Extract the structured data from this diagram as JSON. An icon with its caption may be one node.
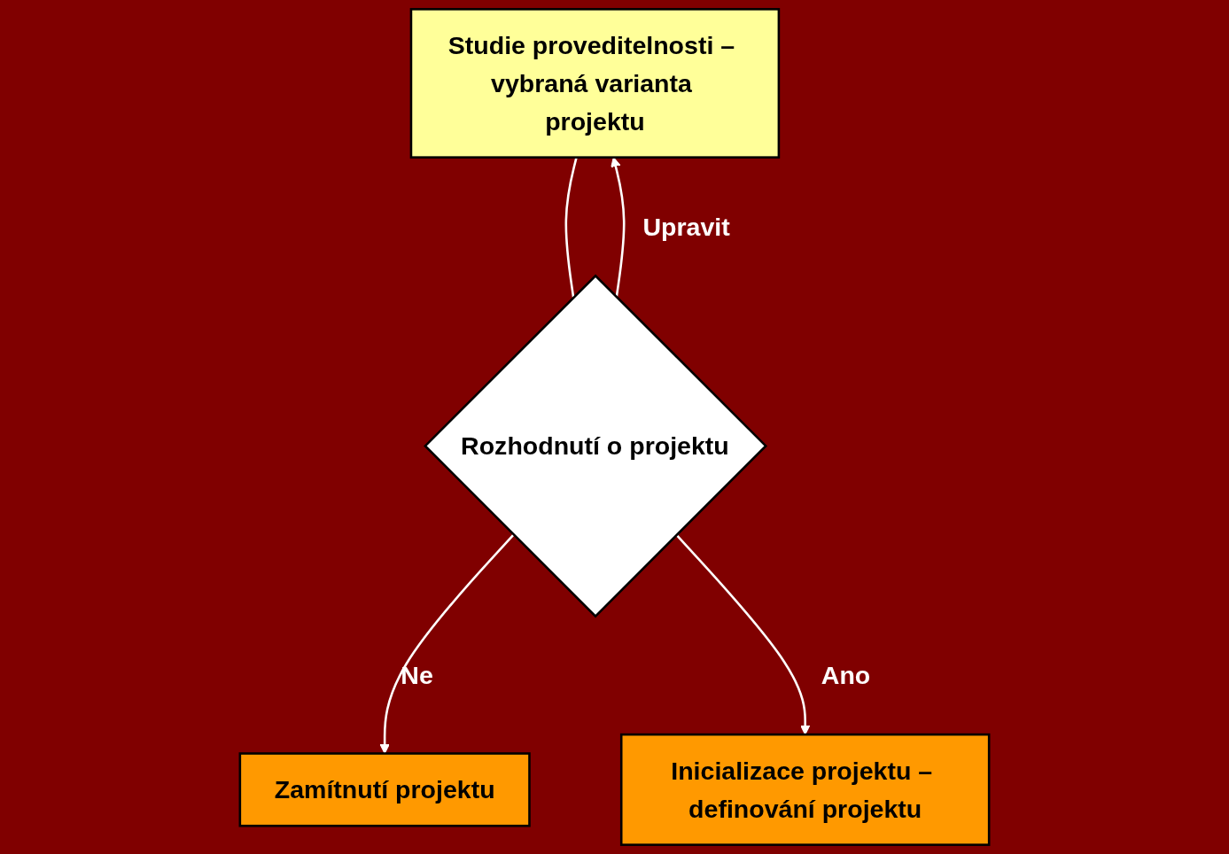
{
  "diagram": {
    "nodes": [
      {
        "text": [
          "Studie proveditelnosti – vybraná varianta projektu"
        ]
      },
      {
        "text": [
          "Rozhodnutí o projektu"
        ]
      },
      {
        "text": [
          "Zamítnutí projektu"
        ]
      },
      {
        "text": [
          "Inicializace projektu – definování projektu"
        ]
      }
    ],
    "edges": [
      {
        "from": 0,
        "to": 1,
        "arrow": "none"
      },
      {
        "from": 1,
        "to": 2,
        "arrow": "to",
        "label": "Ne"
      },
      {
        "from": 1,
        "to": 3,
        "arrow": "to",
        "label": "Ano"
      },
      {
        "from": 1,
        "to": 0,
        "arrow": "to",
        "label": "Upravit"
      }
    ]
  }
}
